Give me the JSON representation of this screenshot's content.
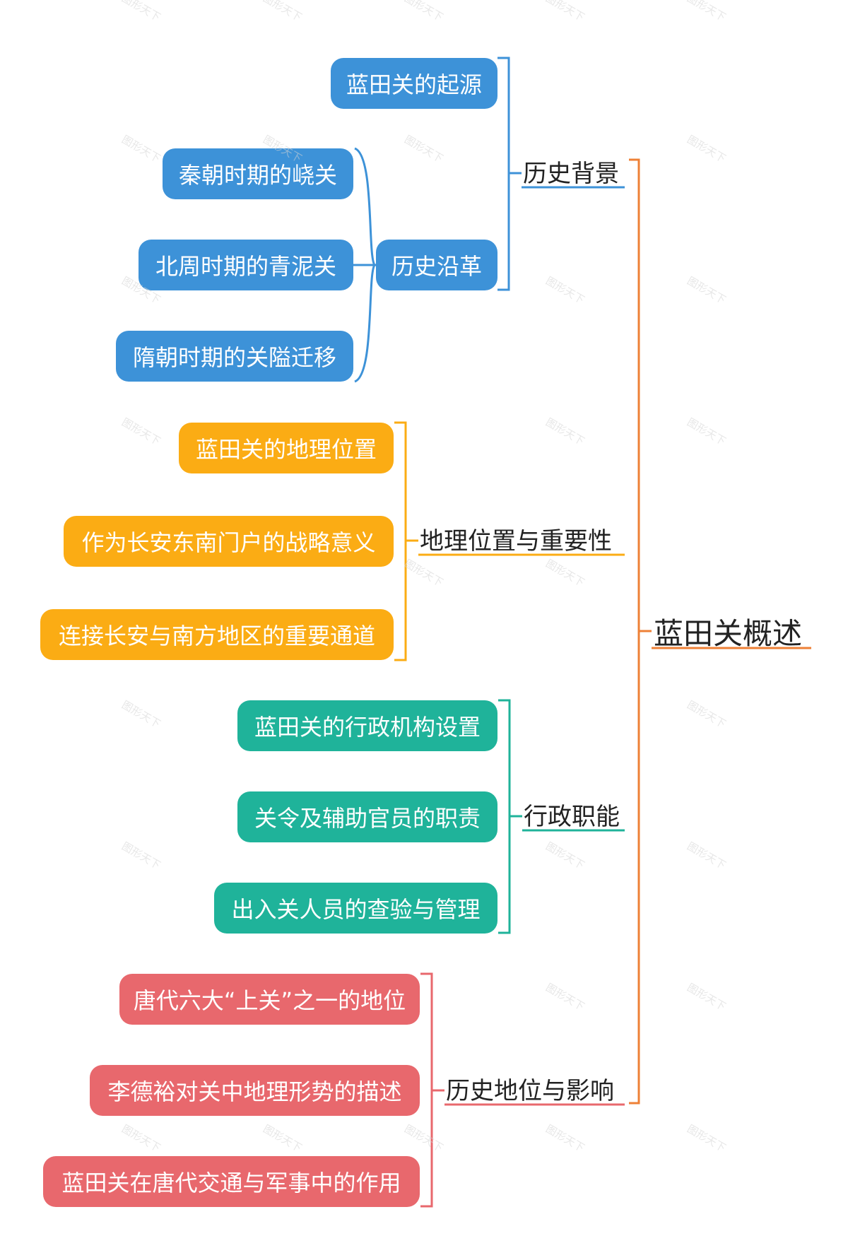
{
  "root": {
    "label": "蓝田关概述",
    "color": "#ee8036"
  },
  "branches": [
    {
      "label": "历史背景",
      "color": "#3d92d8",
      "children": [
        {
          "label": "蓝田关的起源"
        },
        {
          "label": "历史沿革",
          "children": [
            {
              "label": "秦朝时期的峣关"
            },
            {
              "label": "北周时期的青泥关"
            },
            {
              "label": "隋朝时期的关隘迁移"
            }
          ]
        }
      ]
    },
    {
      "label": "地理位置与重要性",
      "color": "#fbac14",
      "children": [
        {
          "label": "蓝田关的地理位置"
        },
        {
          "label": "作为长安东南门户的战略意义"
        },
        {
          "label": "连接长安与南方地区的重要通道"
        }
      ]
    },
    {
      "label": "行政职能",
      "color": "#1fb39a",
      "children": [
        {
          "label": "蓝田关的行政机构设置"
        },
        {
          "label": "关令及辅助官员的职责"
        },
        {
          "label": "出入关人员的查验与管理"
        }
      ]
    },
    {
      "label": "历史地位与影响",
      "color": "#e8686d",
      "children": [
        {
          "label": "唐代六大“上关”之一的地位"
        },
        {
          "label": "李德裕对关中地理形势的描述"
        },
        {
          "label": "蓝田关在唐代交通与军事中的作用"
        }
      ]
    }
  ],
  "watermark": "图形天下"
}
